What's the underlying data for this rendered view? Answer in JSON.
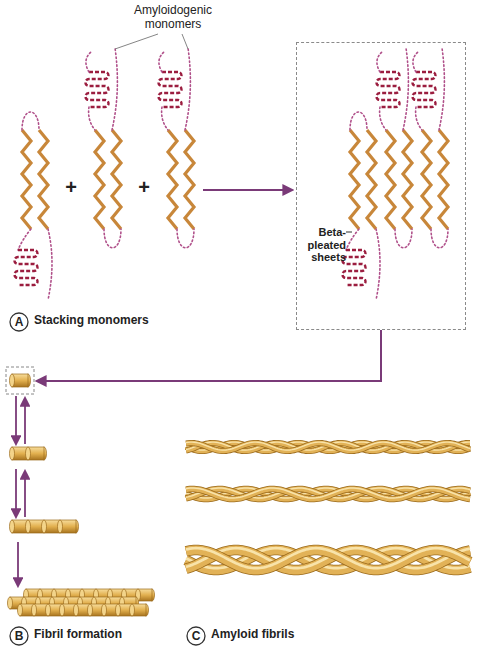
{
  "diagram": {
    "nodes": [
      {
        "text": [
          "Beta-pleated sheets"
        ]
      },
      {
        "text": [
          "A"
        ]
      },
      {
        "text": [
          "B"
        ]
      },
      {
        "text": [
          "C"
        ]
      }
    ],
    "labels": [
      "Amyloidogenic monomers",
      "+",
      "+",
      "Stacking monomers",
      "Fibril formation",
      "Amyloid fibrils"
    ]
  }
}
